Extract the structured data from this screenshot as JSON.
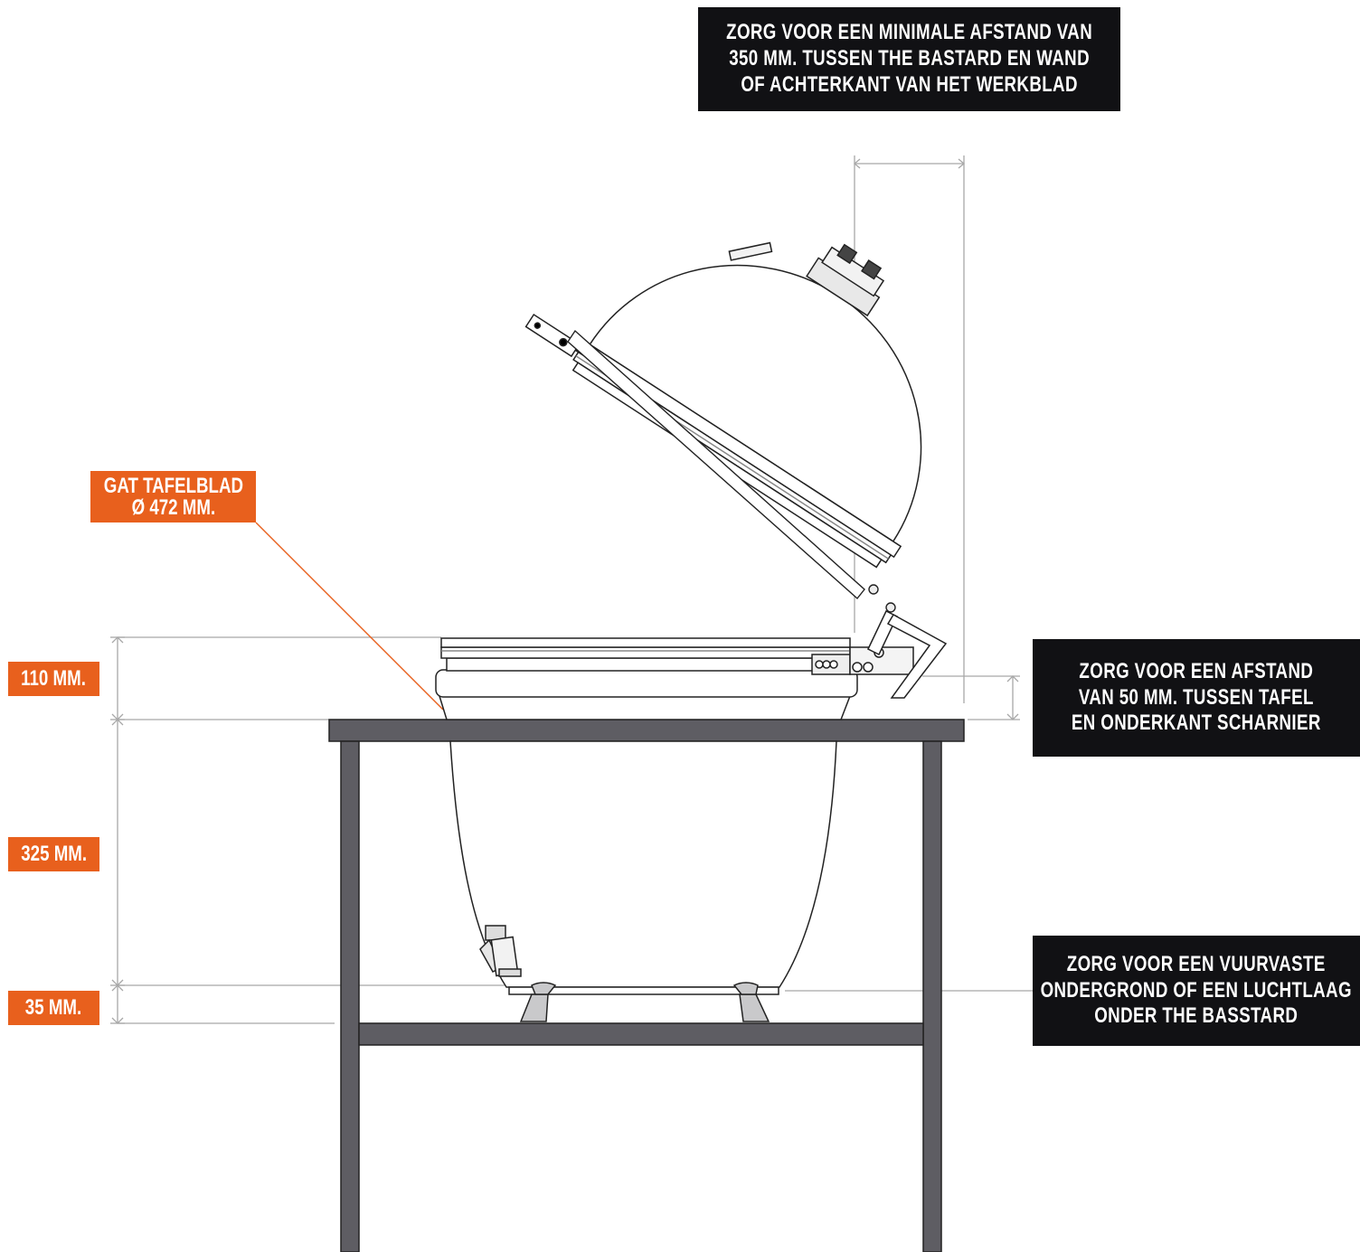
{
  "notes": {
    "top_clearance": [
      "ZORG VOOR EEN MINIMALE AFSTAND VAN",
      "350 MM. TUSSEN THE BASTARD EN WAND",
      "OF ACHTERKANT VAN HET WERKBLAD"
    ],
    "hinge_clearance": [
      "ZORG VOOR EEN AFSTAND",
      "VAN 50 MM. TUSSEN TAFEL",
      "EN ONDERKANT SCHARNIER"
    ],
    "base_surface": [
      "ZORG VOOR EEN VUURVASTE",
      "ONDERGROND OF EEN LUCHTLAAG",
      "ONDER THE BASSTARD"
    ]
  },
  "tabletop_hole": [
    "GAT TAFELBLAD",
    "Ø 472 MM."
  ],
  "dimensions": {
    "above_table": "110 MM.",
    "below_table": "325 MM.",
    "base_gap": "35 MM."
  },
  "colors": {
    "accent": "#e8601d",
    "note_background": "#111114",
    "frame": "#5e5d63",
    "dimension_line": "#a0a0a0",
    "outline": "#222222"
  }
}
